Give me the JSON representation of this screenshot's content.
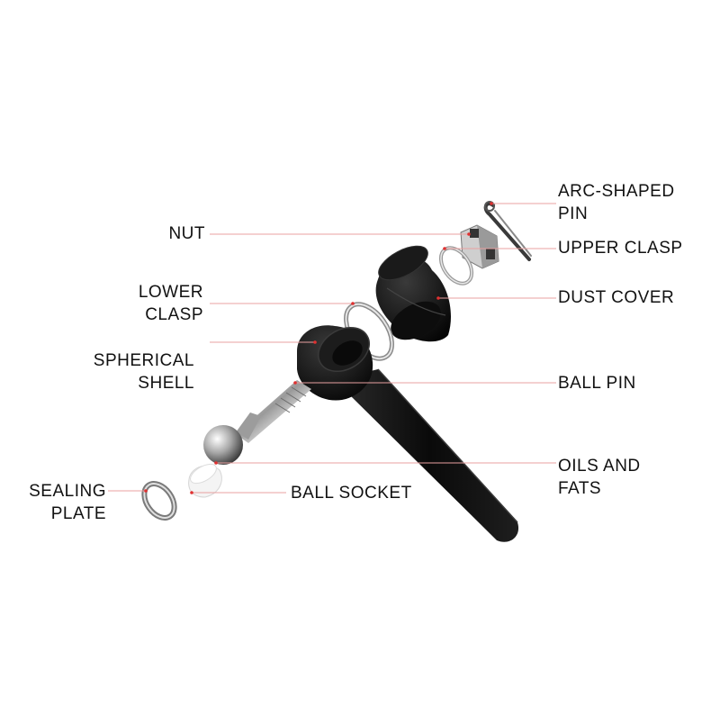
{
  "labels": {
    "arc_shaped_pin": [
      "ARC-SHAPED",
      "PIN"
    ],
    "nut": [
      "NUT"
    ],
    "upper_clasp": [
      "UPPER CLASP"
    ],
    "lower_clasp": [
      "LOWER",
      "CLASP"
    ],
    "dust_cover": [
      "DUST COVER"
    ],
    "spherical_shell": [
      "SPHERICAL",
      "SHELL"
    ],
    "ball_pin": [
      "BALL PIN"
    ],
    "oils_and_fats": [
      "OILS AND",
      "FATS"
    ],
    "sealing_plate": [
      "SEALING",
      "PLATE"
    ],
    "ball_socket": [
      "BALL SOCKET"
    ]
  },
  "colors": {
    "leader_line": "#e8a0a0",
    "leader_dot": "#e03030",
    "text": "#111111",
    "rubber": "#111111",
    "steel": "#b8b8b8"
  }
}
